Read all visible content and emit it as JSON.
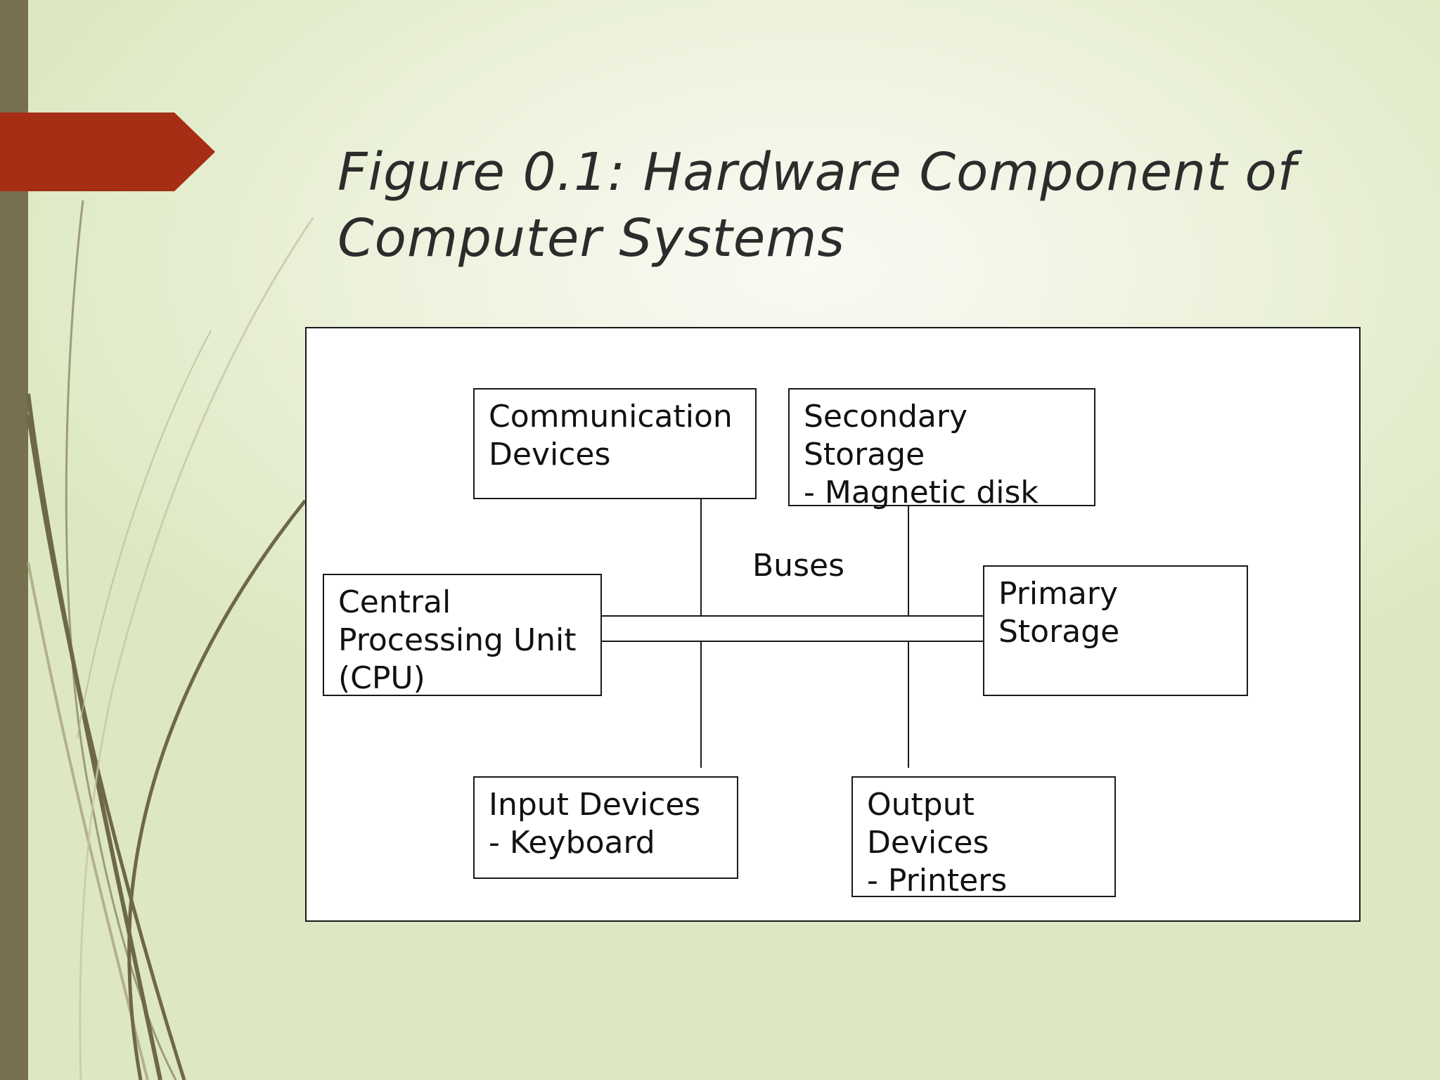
{
  "slide": {
    "title_line1": "Figure 0.1: Hardware Component of",
    "title_line2": "Computer Systems"
  },
  "diagram": {
    "bus_label": "Buses",
    "components": {
      "communication": {
        "lines": [
          "Communication",
          "Devices"
        ]
      },
      "secondary_storage": {
        "lines": [
          "Secondary",
          "Storage",
          "- Magnetic disk"
        ]
      },
      "cpu": {
        "lines": [
          "Central",
          "Processing Unit",
          "(CPU)"
        ]
      },
      "primary_storage": {
        "lines": [
          "Primary",
          "Storage"
        ]
      },
      "input": {
        "lines": [
          "Input Devices",
          "- Keyboard"
        ]
      },
      "output": {
        "lines": [
          "Output",
          "Devices",
          "- Printers"
        ]
      }
    }
  },
  "colors": {
    "left_bar": "#77704f",
    "arrow_accent": "#a52e15",
    "decor_strokes": "#6e6748",
    "background": "#eef3df"
  }
}
